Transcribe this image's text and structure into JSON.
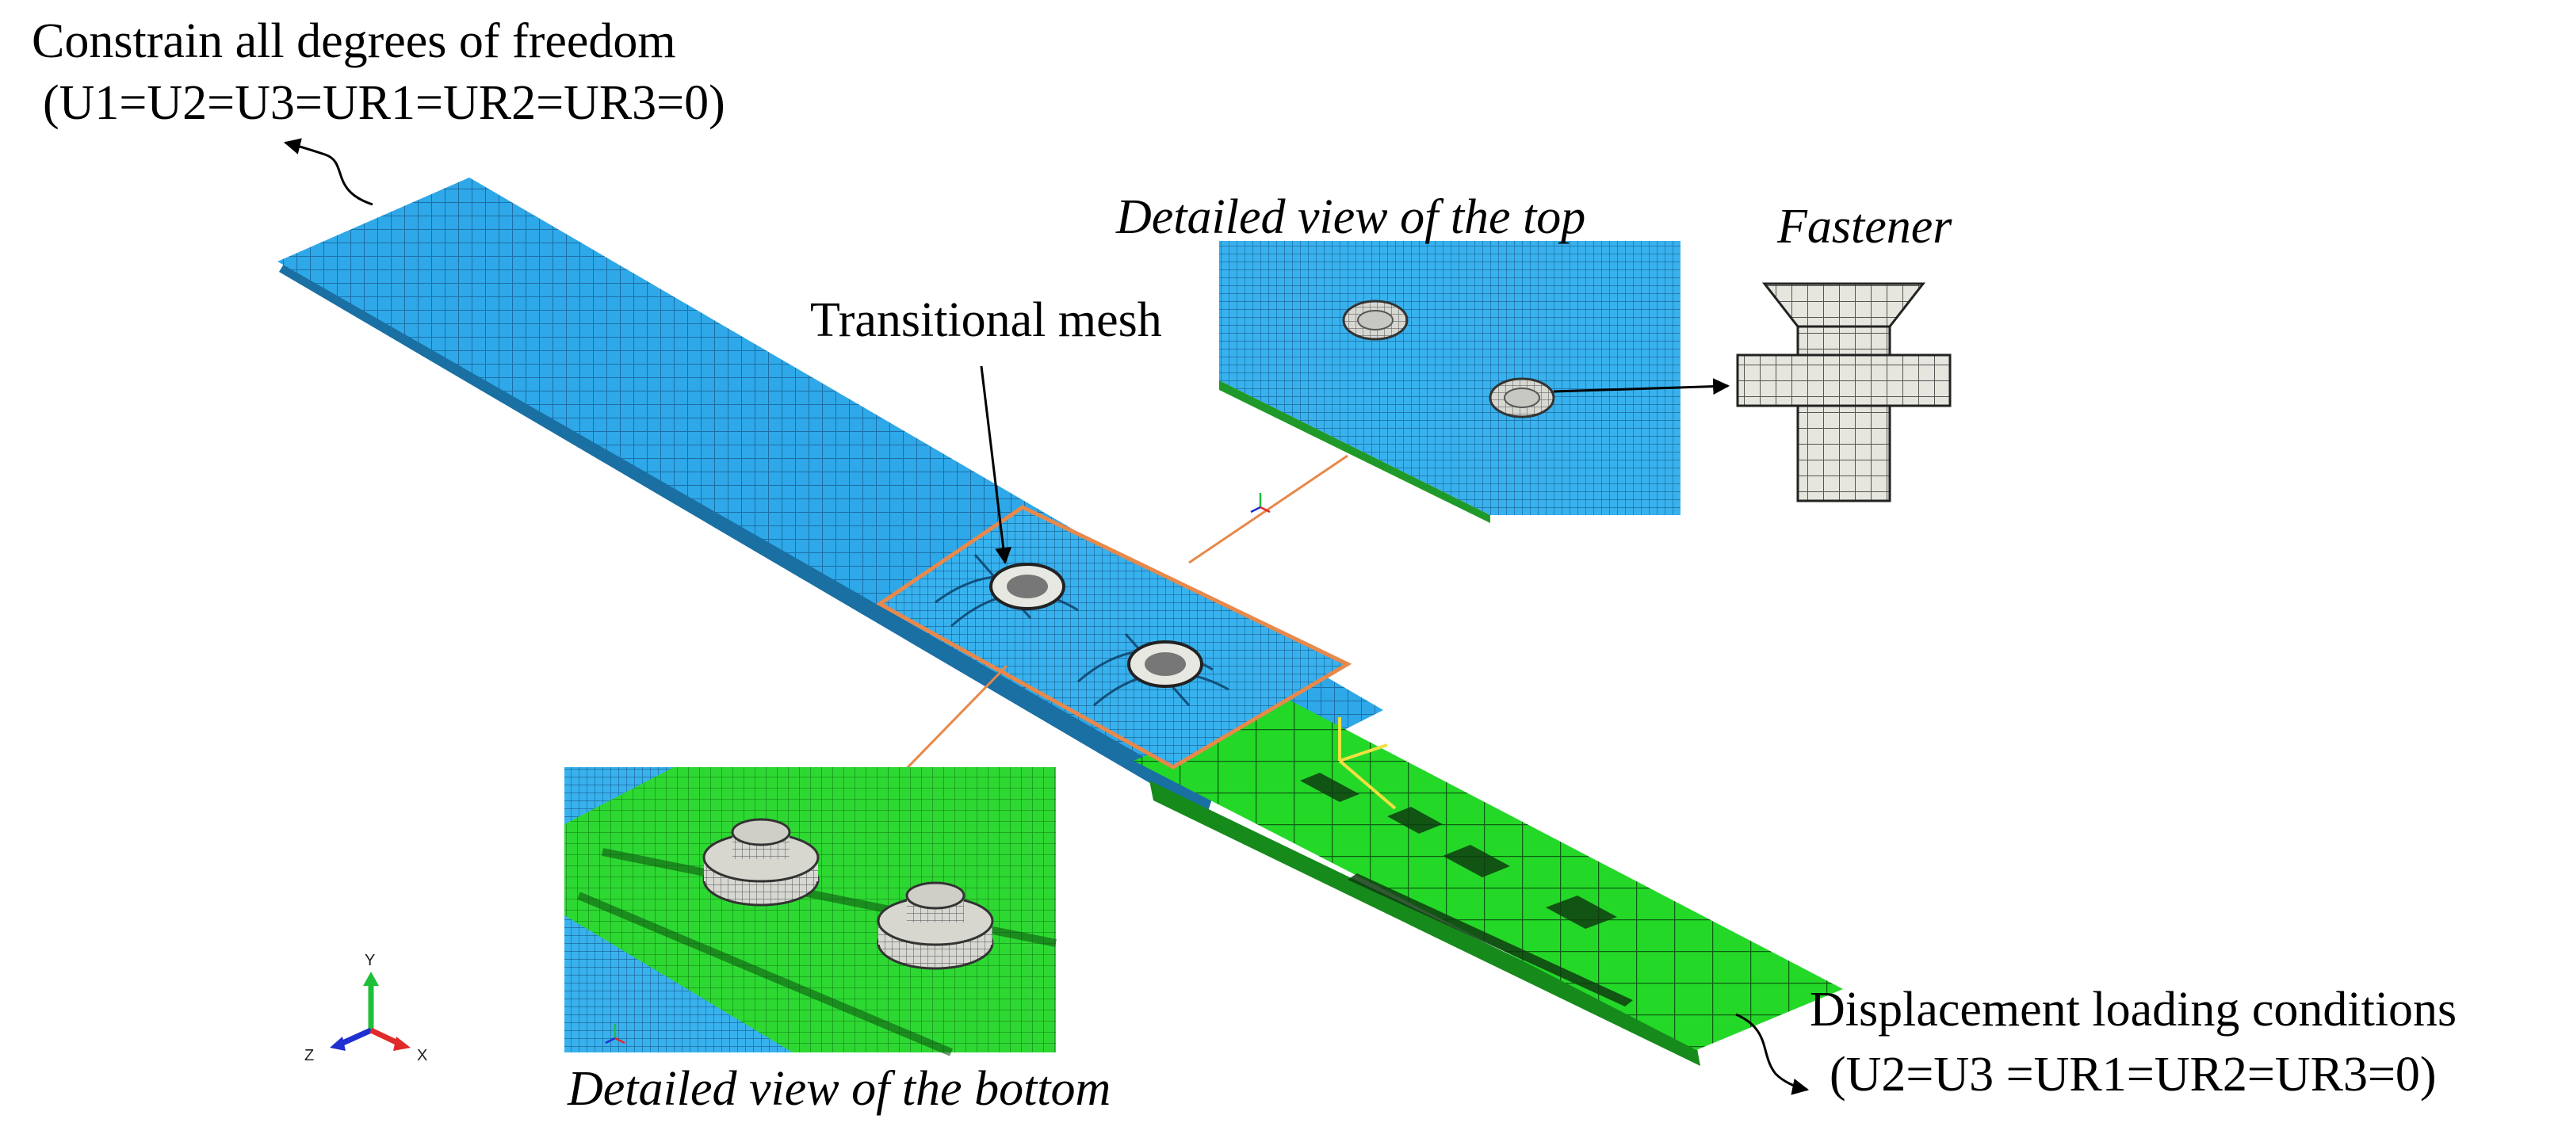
{
  "annotations": {
    "constraint_title": "Constrain all degrees of freedom",
    "constraint_eq": "(U1=U2=U3=UR1=UR2=UR3=0)",
    "transitional_mesh": "Transitional mesh",
    "detail_top": "Detailed view of the top",
    "fastener": "Fastener",
    "detail_bottom": "Detailed view of the bottom",
    "load_title": "Displacement loading conditions",
    "load_eq": "(U2=U3 =UR1=UR2=UR3=0)"
  },
  "axis_triad": {
    "y": "Y",
    "z": "Z",
    "x": "X"
  },
  "colors": {
    "upper_plate": "#2da6e6",
    "lower_plate": "#26d42a",
    "fastener": "#d9d9d3",
    "highlight_box": "#e8884a",
    "triad_y": "#1fbf3a",
    "triad_z": "#1f2fd0",
    "triad_x": "#e02a2a",
    "csys": "#f0e040"
  }
}
